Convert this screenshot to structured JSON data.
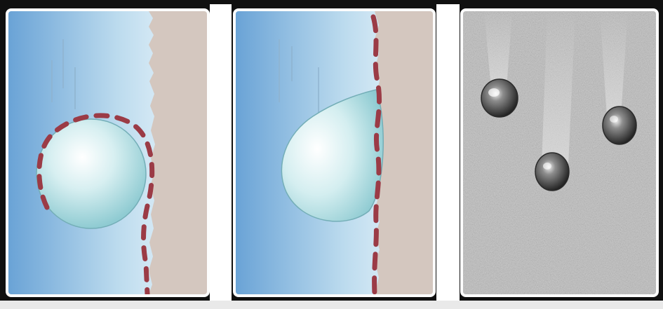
{
  "figure": {
    "panels": [
      {
        "id": "panel-1",
        "scene": "droplet-on-untreated-fabric"
      },
      {
        "id": "panel-2",
        "scene": "droplet-sliding-on-treated-fabric"
      },
      {
        "id": "panel-3",
        "scene": "water-beads-on-fabric-photo"
      }
    ],
    "colors": {
      "frame_dark": "#101010",
      "water_blue": "#6ea7d8",
      "water_light": "#eaf5fb",
      "fabric_beige": "#d3c6be",
      "droplet_fill": "#9fd4d9",
      "dashed_line": "#9b3b46",
      "photo_fabric": "#b9b9b9"
    }
  }
}
